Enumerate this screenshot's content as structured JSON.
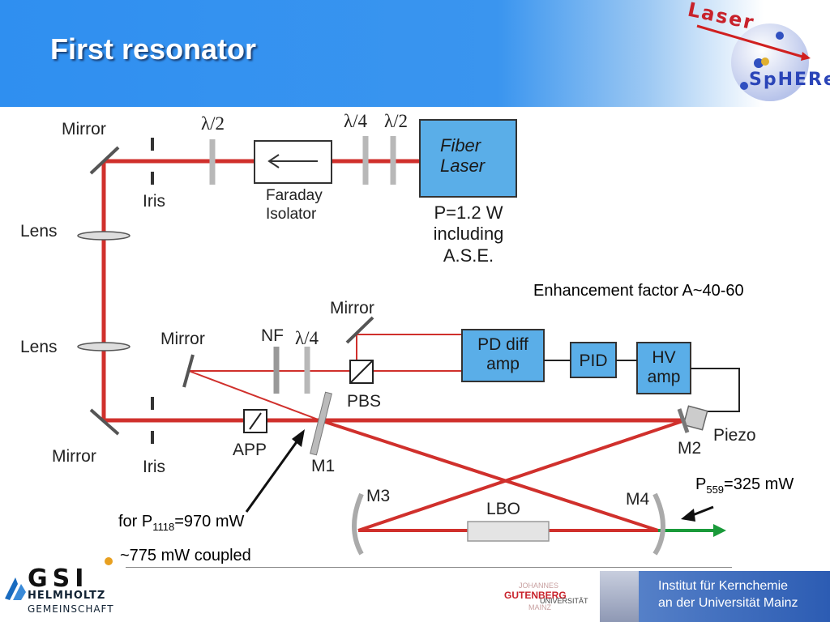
{
  "header": {
    "title": "First resonator",
    "logo_top": "Laser",
    "logo_bottom": "SpHERe"
  },
  "diagram": {
    "upper": {
      "mirror": "Mirror",
      "half_wave_1": "λ/2",
      "iris": "Iris",
      "faraday_isolator": "Faraday\nIsolator",
      "quarter_wave": "λ/4",
      "half_wave_2": "λ/2",
      "fiber_laser": "Fiber\nLaser",
      "laser_power": "P=1.2 W\nincluding\nA.S.E.",
      "lens_1": "Lens",
      "lens_2": "Lens"
    },
    "enhancement": "Enhancement factor A~40-60",
    "lower": {
      "mirror_top": "Mirror",
      "mirror_left": "Mirror",
      "nf": "NF",
      "quarter_wave": "λ/4",
      "pbs": "PBS",
      "pd_diff_amp": "PD diff\namp",
      "pid": "PID",
      "hv_amp": "HV\namp",
      "piezo": "Piezo",
      "m2": "M2",
      "mirror_bottom": "Mirror",
      "iris": "Iris",
      "app": "APP",
      "m1": "M1",
      "m3": "M3",
      "m4": "M4",
      "lbo": "LBO",
      "p559_prefix": "P",
      "p559_sub": "559",
      "p559_value": "=325 mW",
      "p1118_prefix": "for P",
      "p1118_sub": "1118",
      "p1118_value": "=970 mW",
      "coupled": "~775 mW coupled"
    }
  },
  "footer": {
    "gsi": "GSI",
    "helmholtz_1": "HELMHOLTZ",
    "helmholtz_2": "GEMEINSCHAFT",
    "jgu_1": "JOHANNES",
    "jgu_2": "GUTENBERG",
    "jgu_3": "UNIVERSITÄT",
    "jgu_4": "MAINZ",
    "institute_1": "Institut für Kernchemie",
    "institute_2": "an der Universität Mainz"
  },
  "colors": {
    "beam_red": "#d0302c",
    "beam_green": "#1a9a3a",
    "box_blue": "#5aaee8",
    "header_blue": "#2f8ff0"
  }
}
